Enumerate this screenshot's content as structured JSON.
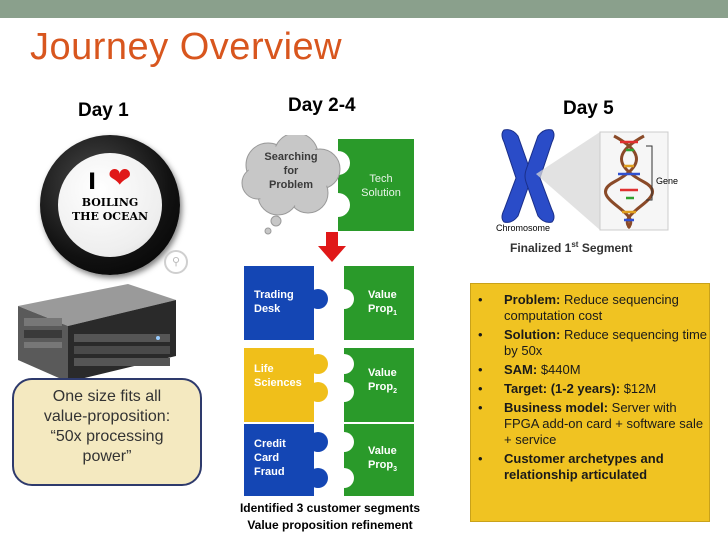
{
  "slide": {
    "title": "Journey Overview"
  },
  "day1": {
    "heading": "Day 1",
    "badge": {
      "i": "I",
      "line1": "BOILING",
      "line2": "THE OCEAN",
      "heart_color": "#e01818"
    },
    "callout": {
      "line1": "One size fits all",
      "line2": "value-proposition:",
      "line3": "“50x processing",
      "line4": "power”"
    }
  },
  "day24": {
    "heading": "Day 2-4",
    "cloud": {
      "line1": "Searching",
      "line2": "for",
      "line3": "Problem"
    },
    "tech": {
      "line1": "Tech",
      "line2": "Solution"
    },
    "segments": [
      {
        "line1": "Trading",
        "line2": "Desk",
        "line3": "",
        "value": "Value",
        "prop": "Prop",
        "sub": "1"
      },
      {
        "line1": "Life",
        "line2": "Sciences",
        "line3": "",
        "value": "Value",
        "prop": "Prop",
        "sub": "2"
      },
      {
        "line1": "Credit",
        "line2": "Card",
        "line3": "Fraud",
        "value": "Value",
        "prop": "Prop",
        "sub": "3"
      }
    ],
    "caption": {
      "line1": "Identified 3 customer segments",
      "line2": "Value proposition refinement"
    },
    "colors": {
      "blue": "#1446b4",
      "green": "#2a9a2a",
      "yellow": "#f0bf1a",
      "arrow": "#e01818"
    }
  },
  "day5": {
    "heading": "Day 5",
    "image_labels": {
      "chromosome": "Chromosome",
      "gene": "Gene"
    },
    "segment_label": {
      "prefix": "Finalized 1",
      "sup": "st",
      "suffix": " Segment"
    },
    "facts": [
      {
        "key": "Problem:",
        "text": " Reduce sequencing computation cost"
      },
      {
        "key": "Solution:",
        "text": " Reduce sequencing time by 50x"
      },
      {
        "key": "SAM:",
        "text": " $440M"
      },
      {
        "key": "Target: (1-2 years):",
        "text": " $12M"
      },
      {
        "key": "Business model:",
        "text": " Server with FPGA add-on card + software sale + service"
      },
      {
        "key": "Customer archetypes and relationship articulated",
        "text": ""
      }
    ]
  }
}
